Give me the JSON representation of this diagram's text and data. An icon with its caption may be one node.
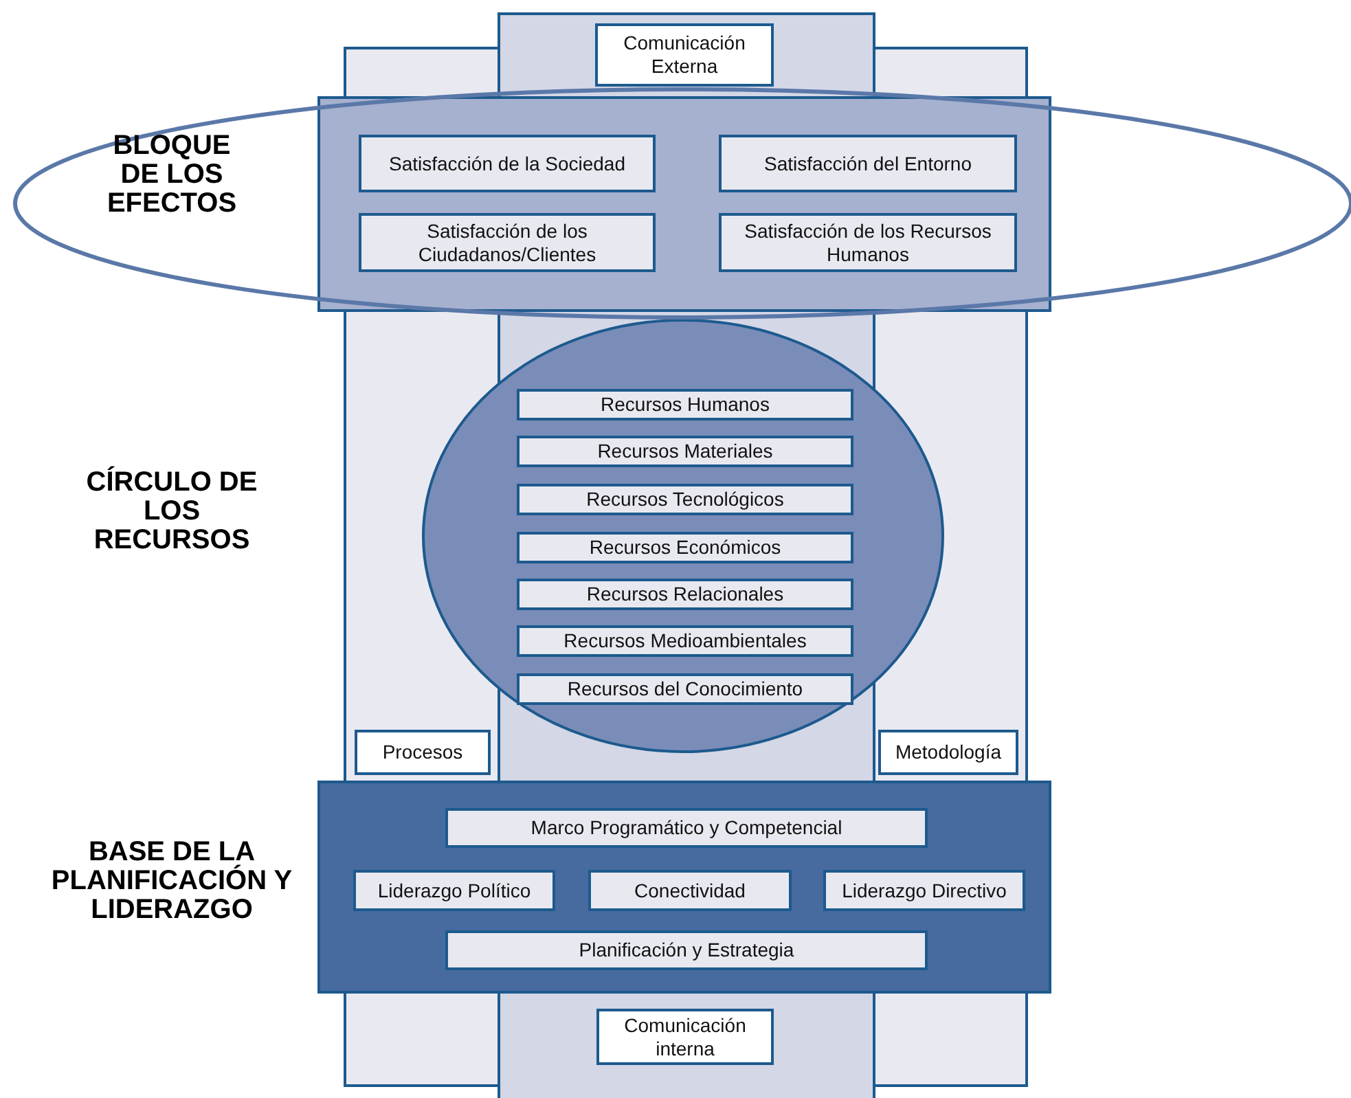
{
  "diagram": {
    "nodes": [
      {
        "text": [
          "Comunicación Externa"
        ]
      },
      {
        "text": [],
        "shape": "box"
      },
      {
        "text": [
          "Satisfacción de la Sociedad"
        ],
        "in": 1
      },
      {
        "text": [
          "Satisfacción del Entorno"
        ],
        "in": 1
      },
      {
        "text": [
          "Satisfacción de los Ciudadanos/Clientes"
        ],
        "in": 1
      },
      {
        "text": [
          "Satisfacción de los Recursos Humanos"
        ],
        "in": 1
      },
      {
        "text": [],
        "shape": "circle"
      },
      {
        "text": [
          "Recursos Humanos"
        ],
        "in": 6
      },
      {
        "text": [
          "Recursos Materiales"
        ],
        "in": 6
      },
      {
        "text": [
          "Recursos Tecnológicos"
        ],
        "in": 6
      },
      {
        "text": [
          "Recursos Económicos"
        ],
        "in": 6
      },
      {
        "text": [
          "Recursos Relacionales"
        ],
        "in": 6
      },
      {
        "text": [
          "Recursos Medioambientales"
        ],
        "in": 6
      },
      {
        "text": [
          "Recursos del Conocimiento"
        ],
        "in": 6
      },
      {
        "text": [
          "Procesos"
        ]
      },
      {
        "text": [
          "Metodología"
        ]
      },
      {
        "text": [],
        "shape": "box"
      },
      {
        "text": [
          "Marco Programático y Competencial"
        ],
        "in": 16
      },
      {
        "text": [
          "Liderazgo Político"
        ],
        "in": 16
      },
      {
        "text": [
          "Conectividad"
        ],
        "in": 16
      },
      {
        "text": [
          "Liderazgo Directivo"
        ],
        "in": 16
      },
      {
        "text": [
          "Planificación y Estrategia"
        ],
        "in": 16
      },
      {
        "text": [
          "Comunicación interna"
        ]
      }
    ],
    "edges": [],
    "labels": [
      "BLOQUE DE LOS EFECTOS",
      "CÍRCULO DE LOS RECURSOS",
      "BASE DE LA PLANIFICACIÓN Y LIDERAZGO"
    ]
  }
}
